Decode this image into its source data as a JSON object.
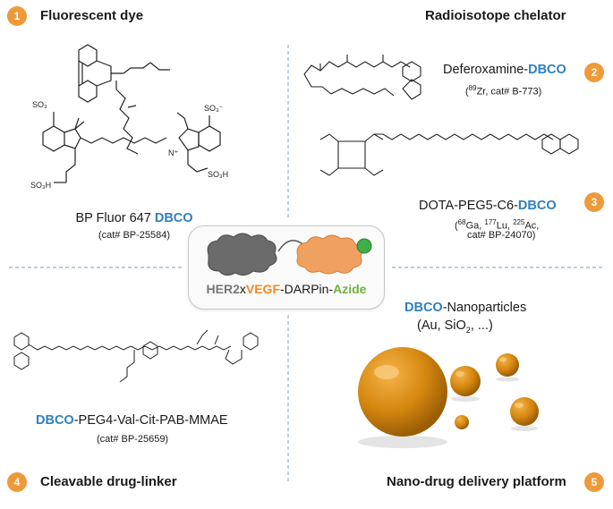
{
  "sections": {
    "s1": {
      "number": "1",
      "heading": "Fluorescent dye",
      "name_prefix": "BP Fluor 647 ",
      "name_dbco": "DBCO",
      "catalog": "(cat# BP-25584)"
    },
    "s2": {
      "number": "2",
      "heading": "Radioisotope chelator",
      "name_prefix": "Deferoxamine-",
      "name_dbco": "DBCO",
      "sup": "89",
      "catalog_rest": "Zr, cat# B-773)"
    },
    "s3": {
      "number": "3",
      "name_prefix": "DOTA-PEG5-C6-",
      "name_dbco": "DBCO",
      "line1": "Ga, ",
      "sup1": "68",
      "sup2": "177",
      "lu": "Lu, ",
      "sup3": "225",
      "ac": "Ac,",
      "line2": "cat# BP-24070)"
    },
    "s4": {
      "number": "4",
      "heading": "Cleavable drug-linker",
      "name_dbco": "DBCO",
      "name_suffix": "-PEG4-Val-Cit-PAB-MMAE",
      "catalog": "(cat# BP-25659)"
    },
    "s5": {
      "number": "5",
      "heading": "Nano-drug delivery platform",
      "name_dbco": "DBCO",
      "name_suffix": "-Nanoparticles",
      "sub_a": "(Au, SiO",
      "sub_2": "2",
      "sub_b": ", ...)"
    }
  },
  "center": {
    "her2": "HER2",
    "x": "x",
    "vegf": "VEGF",
    "darpin": "-DARPin-",
    "azide": "Azide"
  },
  "chem_labels": {
    "so3_a": "SO₃",
    "so3_b": "SO₃⁻",
    "so3h_a": "SO₃H",
    "so3h_b": "SO₃H",
    "n_plus": "N⁺"
  },
  "colors": {
    "accent_blue": "#2f7fc1",
    "accent_orange": "#ee8a20",
    "accent_green": "#6db33f",
    "badge": "#ee9a3a",
    "particle": "#d4860f"
  }
}
